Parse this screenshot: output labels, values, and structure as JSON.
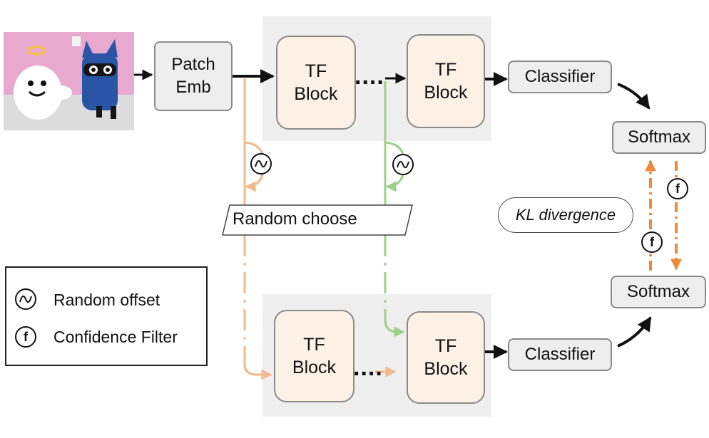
{
  "patch_embed": {
    "line1": "Patch",
    "line2": "Emb"
  },
  "tf_block": {
    "line1": "TF",
    "line2": "Block"
  },
  "dots": "....",
  "classifier_label": "Classifier",
  "softmax_label": "Softmax",
  "random_choose_label": "Random choose",
  "kl_label": "KL divergence",
  "confidence_symbol": "f",
  "legend": {
    "random_offset": "Random offset",
    "confidence_filter": "Confidence Filter"
  },
  "colors": {
    "orange_path": "#f3b88c",
    "green_path": "#9fd08a",
    "kl_arrow": "#ee8a3a",
    "tf_fill": "#fdf1e6",
    "panel_fill": "#efefef"
  }
}
